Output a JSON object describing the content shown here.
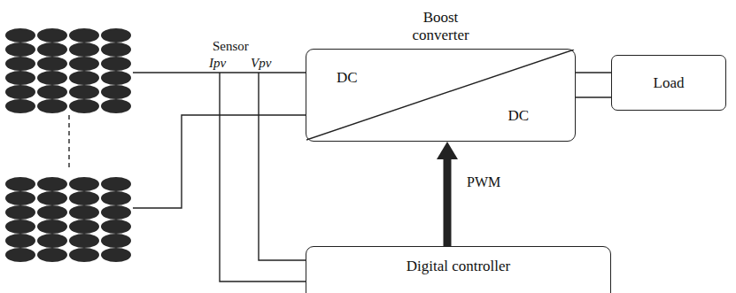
{
  "diagram": {
    "nodes": [
      {
        "text": [
          "Boost converter",
          "DC",
          "DC"
        ]
      },
      {
        "text": [
          "Load"
        ]
      },
      {
        "text": [
          "Digital controller"
        ]
      }
    ],
    "edges": [
      {
        "from": 0,
        "to": 1,
        "arrow": "none"
      },
      {
        "from": 0,
        "to": 1,
        "arrow": "none"
      },
      {
        "from": 2,
        "to": 0,
        "arrow": "to",
        "label": "PWM"
      }
    ],
    "labels": [
      "Sensor",
      "Ipv",
      "Vpv"
    ]
  }
}
